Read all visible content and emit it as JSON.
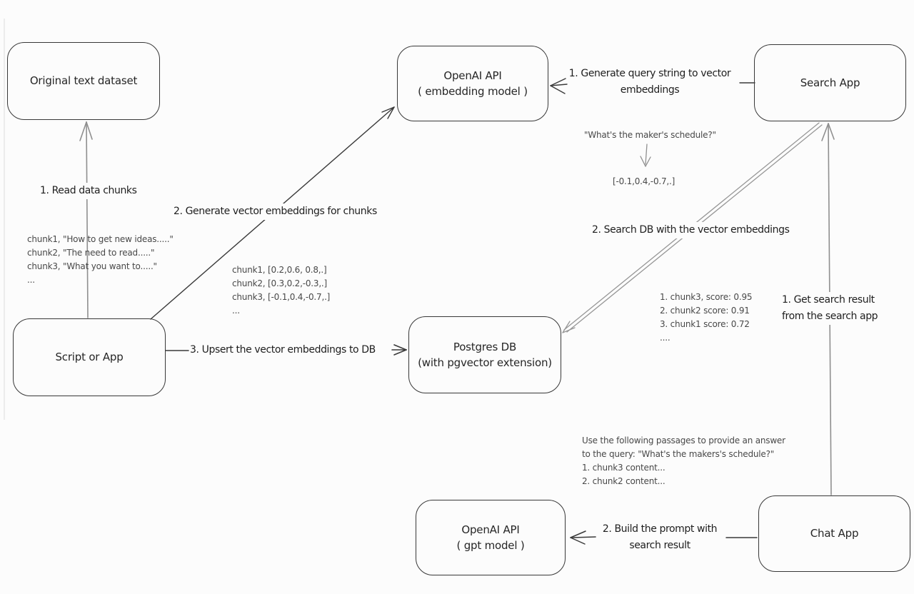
{
  "colors": {
    "canvas_bg": "#fcfcfc",
    "stroke_dark": "#3a3a3a",
    "stroke_gray": "#8f8f8f",
    "text_dark": "#1f1f1f",
    "text_annotation": "#484848"
  },
  "nodes": {
    "original": {
      "label": "Original text dataset"
    },
    "embedding_api": {
      "label": "OpenAI API\n( embedding model )"
    },
    "search_app": {
      "label": "Search App"
    },
    "script_app": {
      "label": "Script or App"
    },
    "postgres": {
      "label": "Postgres DB\n(with pgvector extension)"
    },
    "gpt_api": {
      "label": "OpenAI API\n( gpt model )"
    },
    "chat_app": {
      "label": "Chat App"
    }
  },
  "edges": {
    "read_chunks": {
      "label": "1. Read data chunks"
    },
    "gen_embeddings": {
      "label": "2. Generate vector embeddings for chunks"
    },
    "upsert": {
      "label": "3. Upsert the vector embeddings  to DB"
    },
    "gen_query": {
      "label": "1. Generate query string to vector\nembeddings"
    },
    "search_db": {
      "label": "2. Search DB with the vector embeddings"
    },
    "get_result": {
      "label": "1. Get search result\nfrom the search app"
    },
    "build_prompt": {
      "label": "2. Build the prompt with\nsearch result"
    }
  },
  "annotations": {
    "chunk_texts": [
      "chunk1, \"How to get new ideas.....\"",
      "chunk2, \"The need to read.....\"",
      "chunk3, \"What you want to.....\"",
      "..."
    ],
    "chunk_vectors": [
      "chunk1, [0.2,0.6, 0.8,.]",
      "chunk2, [0.3,0.2,-0.3,.]",
      "chunk3, [-0.1,0.4,-0.7,.]",
      "..."
    ],
    "query_string": "\"What's the maker's schedule?\"",
    "query_vector": "[-0.1,0.4,-0.7,.]",
    "scores": [
      "1. chunk3, score: 0.95",
      "2. chunk2 score: 0.91",
      "3. chunk1 score: 0.72",
      "...."
    ],
    "prompt": [
      "Use the following passages to provide an answer",
      "to the query: \"What's the makers's schedule?\"",
      "1. chunk3 content...",
      "2. chunk2 content..."
    ]
  }
}
